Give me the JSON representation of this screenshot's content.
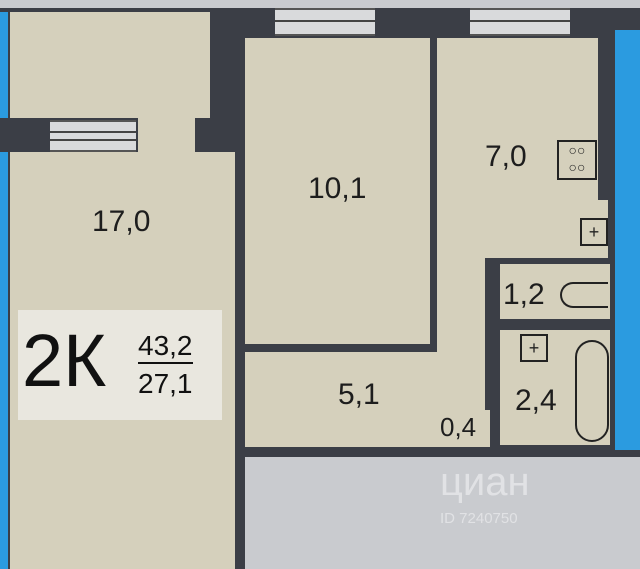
{
  "plan": {
    "type_label": "2К",
    "total_area": "43,2",
    "living_area": "27,1",
    "rooms": {
      "living_room": "17,0",
      "bedroom": "10,1",
      "kitchen": "7,0",
      "toilet": "1,2",
      "bathroom": "2,4",
      "hallway": "5,1",
      "closet": "0,4"
    }
  },
  "watermark": {
    "brand": "циан",
    "id": "ID 7240750"
  },
  "colors": {
    "wall": "#3b3e46",
    "room": "#d5d0bc",
    "neighbor": "#2b9be0"
  }
}
